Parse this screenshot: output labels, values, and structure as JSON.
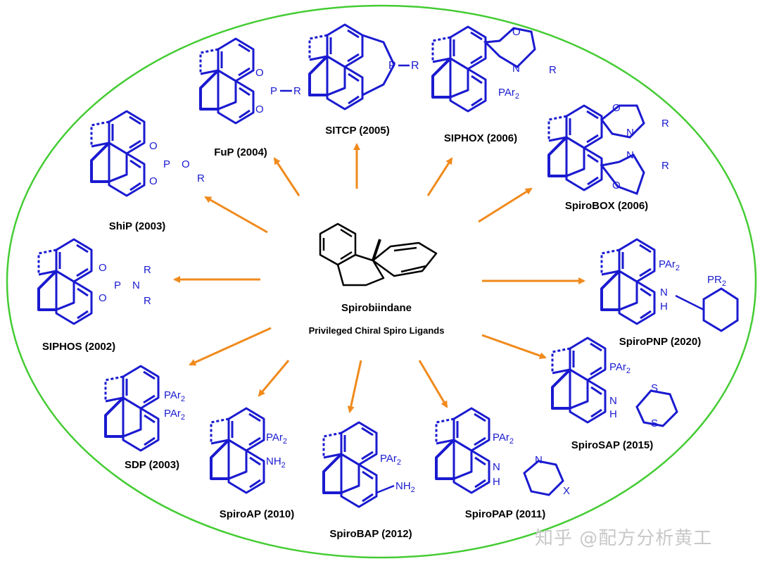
{
  "center": {
    "title": "Spirobiindane",
    "subtitle": "Privileged Chiral Spiro Ligands"
  },
  "ligands": [
    {
      "id": "sitcp",
      "label": "SITCP (2005)",
      "groups": [
        "P",
        "R"
      ]
    },
    {
      "id": "fup",
      "label": "FuP (2004)",
      "groups": [
        "O",
        "O",
        "P",
        "R"
      ]
    },
    {
      "id": "siphox",
      "label": "SIPHOX (2006)",
      "groups": [
        "O",
        "N",
        "R",
        "PAr2"
      ]
    },
    {
      "id": "shiP",
      "label": "ShiP (2003)",
      "groups": [
        "O",
        "O",
        "P",
        "O",
        "R"
      ]
    },
    {
      "id": "spirobox",
      "label": "SpiroBOX (2006)",
      "groups": [
        "O",
        "N",
        "R",
        "N",
        "O",
        "R"
      ]
    },
    {
      "id": "siphos",
      "label": "SIPHOS (2002)",
      "groups": [
        "O",
        "O",
        "P",
        "N",
        "R",
        "R"
      ]
    },
    {
      "id": "spiropnp",
      "label": "SpiroPNP (2020)",
      "groups": [
        "PAr2",
        "N",
        "H",
        "PR2"
      ]
    },
    {
      "id": "sdp",
      "label": "SDP (2003)",
      "groups": [
        "PAr2",
        "PAr2"
      ]
    },
    {
      "id": "spirosap",
      "label": "SpiroSAP (2015)",
      "groups": [
        "PAr2",
        "N",
        "H",
        "S",
        "S"
      ]
    },
    {
      "id": "spiroap",
      "label": "SpiroAP (2010)",
      "groups": [
        "PAr2",
        "NH2"
      ]
    },
    {
      "id": "spirobap",
      "label": "SpiroBAP (2012)",
      "groups": [
        "PAr2",
        "NH2"
      ]
    },
    {
      "id": "spiropap",
      "label": "SpiroPAP (2011)",
      "groups": [
        "PAr2",
        "N",
        "H",
        "N",
        "X"
      ]
    }
  ],
  "watermark": "知乎 @配方分析黄工",
  "colors": {
    "ellipse": "#44cc33",
    "arrow": "#f08a1c",
    "structure": "#1a1ad0",
    "text": "#000000"
  }
}
